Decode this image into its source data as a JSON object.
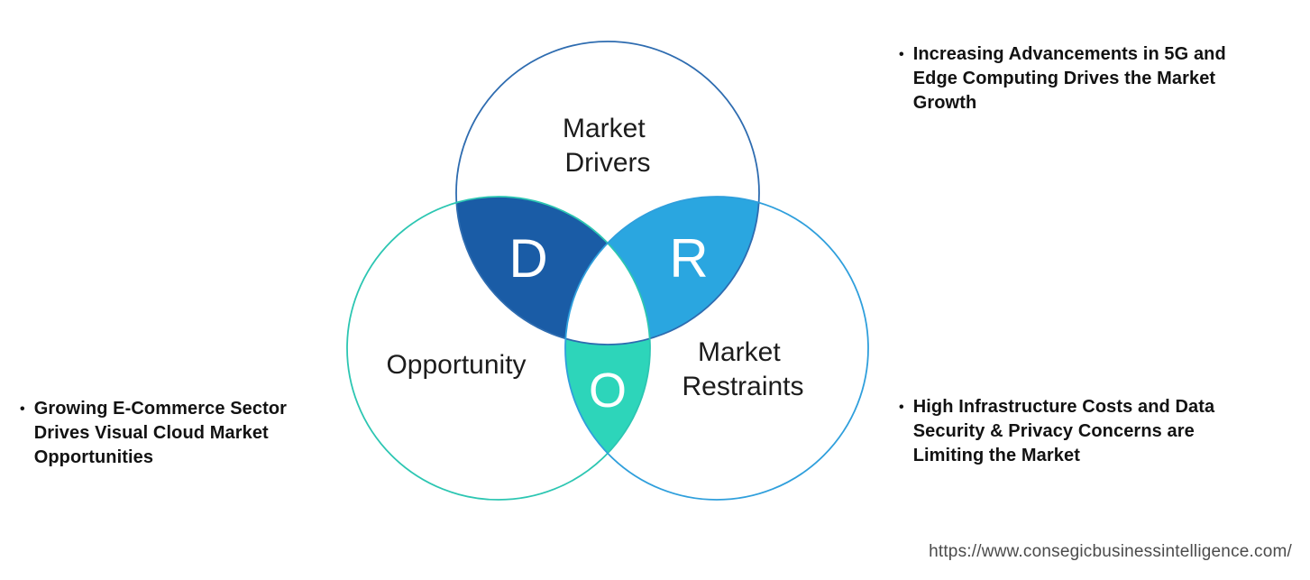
{
  "venn": {
    "circles": [
      {
        "label_lines": [
          "Market",
          "Drivers"
        ],
        "outline": "#2e6cb0"
      },
      {
        "label_lines": [
          "Opportunity"
        ],
        "outline": "#2cc6b2"
      },
      {
        "label_lines": [
          "Market",
          "Restraints"
        ],
        "outline": "#2f9fdc"
      }
    ],
    "intersections": [
      {
        "letter": "D",
        "fill": "#1a5ca6"
      },
      {
        "letter": "R",
        "fill": "#2aa6e0"
      },
      {
        "letter": "O",
        "fill": "#2dd5ba"
      }
    ]
  },
  "bullets": [
    {
      "marker": "•",
      "lines": [
        "Increasing Advancements in 5G and",
        "Edge Computing Drives the Market",
        "Growth"
      ]
    },
    {
      "marker": "•",
      "lines": [
        "Growing E-Commerce Sector",
        "Drives Visual Cloud Market",
        "Opportunities"
      ]
    },
    {
      "marker": "•",
      "lines": [
        "High Infrastructure Costs and Data",
        "Security & Privacy Concerns are",
        "Limiting the Market"
      ]
    }
  ],
  "footer": {
    "url": "https://www.consegicbusinessintelligence.com/"
  }
}
